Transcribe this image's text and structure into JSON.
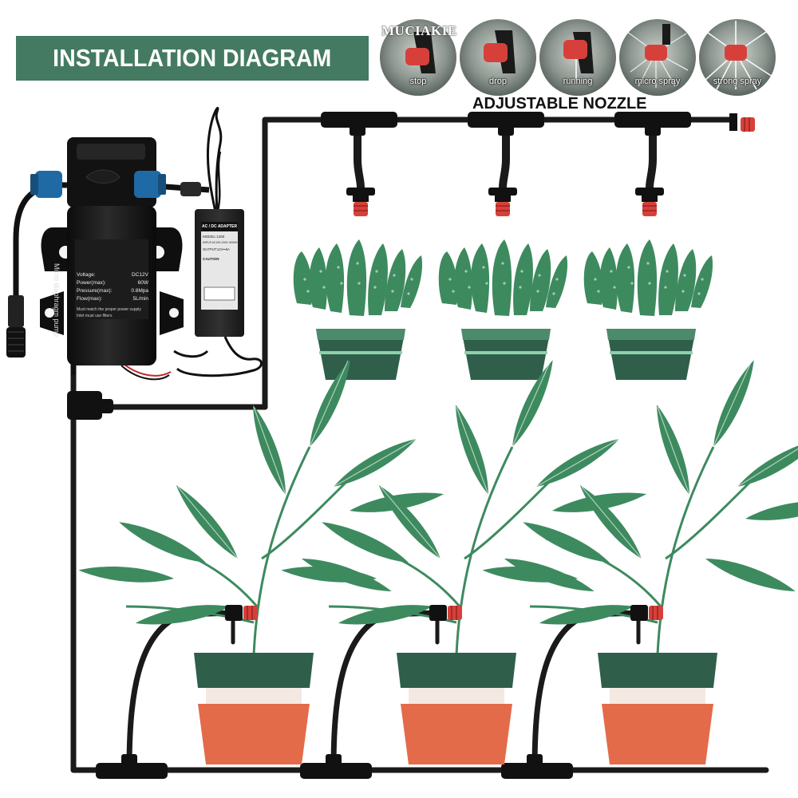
{
  "title": "INSTALLATION DIAGRAM",
  "brand": "MUCIAKIE",
  "nozzle_section": {
    "title": "ADJUSTABLE NOZZLE",
    "modes": [
      "stop",
      "drop",
      "running",
      "micro spray",
      "strong spray"
    ]
  },
  "pump": {
    "name": "Micro diaphragm pump",
    "specs": [
      {
        "label": "Voltage:",
        "value": "DC12V"
      },
      {
        "label": "Power(max):",
        "value": "60W"
      },
      {
        "label": "Pressure(max):",
        "value": "0.8Mpa"
      },
      {
        "label": "Flow(max):",
        "value": "5L/min"
      }
    ],
    "note_line1": "Must match the proper power supply",
    "note_line2": "Inlet must use filters"
  },
  "adapter": {
    "header": "AC / DC ADAPTER",
    "model": "MODEL:1260",
    "input": "INPUT:AC100-240V 50/60Hz",
    "output": "OUTPUT:12V⎓5A",
    "caution": "CAUTION"
  },
  "colors": {
    "banner": "#447a62",
    "leaf": "#3d8a5f",
    "leaf_light": "#5aa57a",
    "pot_dark": "#2f5f4a",
    "pot_clay": "#e36b4a",
    "tube": "#1a1a1a",
    "nozzle": "#d7403a"
  }
}
